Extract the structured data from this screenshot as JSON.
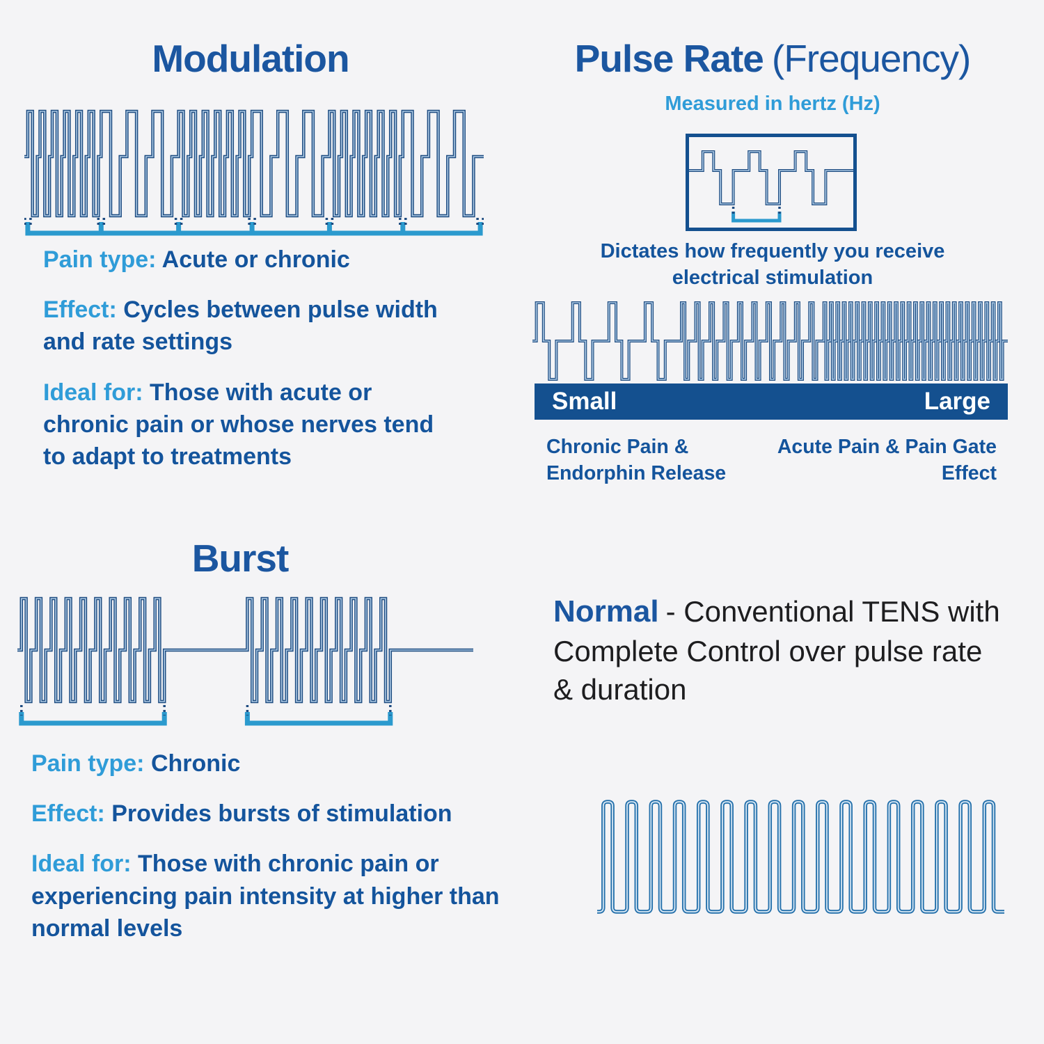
{
  "colors": {
    "background": "#f4f4f6",
    "heading_navy": "#1b56a0",
    "body_navy": "#14549c",
    "label_blue": "#2f9cd8",
    "bracket_blue": "#2b9ace",
    "wave_navy": "#1d4b80",
    "wave_inner": "#aecbe6",
    "wave_inner_light": "#d9e9f6",
    "wave_medium": "#2470ab",
    "bar_background": "#14508f",
    "bar_text": "#ffffff",
    "body_black": "#1d1d1f"
  },
  "modulation": {
    "title": "Modulation",
    "details": [
      {
        "label": "Pain type:",
        "text": "Acute or chronic"
      },
      {
        "label": "Effect:",
        "text": "Cycles between pulse width and rate settings"
      },
      {
        "label": "Ideal for:",
        "text": "Those with acute or chronic pain or whose nerves tend to adapt to treatments"
      }
    ]
  },
  "pulse_rate": {
    "title": "Pulse Rate",
    "title_suffix": "(Frequency)",
    "subtitle": "Measured in hertz (Hz)",
    "caption": "Dictates how frequently you receive electrical stimulation",
    "scale_left": "Small",
    "scale_right": "Large",
    "left_label": "Chronic Pain & Endorphin Release",
    "right_label": "Acute Pain & Pain Gate Effect"
  },
  "burst": {
    "title": "Burst",
    "details": [
      {
        "label": "Pain type:",
        "text": "Chronic"
      },
      {
        "label": "Effect:",
        "text": "Provides bursts of stimulation"
      },
      {
        "label": "Ideal for:",
        "text": "Those with chronic pain or experiencing pain intensity at higher than normal levels"
      }
    ]
  },
  "normal": {
    "title": "Normal",
    "description": "- Conventional TENS with Complete Control over pulse rate & duration"
  },
  "waveforms": {
    "modulation": {
      "lead": 5,
      "tail": 5,
      "groups": [
        {
          "cycles": 6,
          "w": 7,
          "gap": 4
        },
        {
          "cycles": 3,
          "w": 14,
          "gap": 10
        },
        {
          "cycles": 6,
          "w": 7,
          "gap": 4
        },
        {
          "cycles": 3,
          "w": 14,
          "gap": 10
        },
        {
          "cycles": 6,
          "w": 7,
          "gap": 4
        },
        {
          "cycles": 3,
          "w": 14,
          "gap": 10
        }
      ]
    },
    "frequency_box": {
      "lead": 14,
      "tail": 12,
      "groups": [
        {
          "cycles": 3,
          "w": 11,
          "mid": 7,
          "down_w": 13,
          "gap": 16
        }
      ]
    },
    "frequency_ramp": {
      "lead": 6,
      "tail": 4,
      "groups": [
        {
          "cycles": 4,
          "w": 11,
          "mid": 9,
          "gap": 25
        },
        {
          "cycles": 10,
          "w": 5.5,
          "gap": 11
        },
        {
          "cycles": 28,
          "w": 3,
          "gap": 4
        }
      ]
    },
    "burst": {
      "lead": 6,
      "tail": 0,
      "groups": [
        {
          "cycles": 10,
          "w": 7,
          "gap": 8
        },
        {
          "rest": 115
        },
        {
          "cycles": 10,
          "w": 7,
          "gap": 8
        },
        {
          "rest": 115
        }
      ]
    },
    "normal": {
      "lead": 8,
      "tail": 14,
      "cycles": 17,
      "w": 12,
      "gap": 19
    }
  }
}
